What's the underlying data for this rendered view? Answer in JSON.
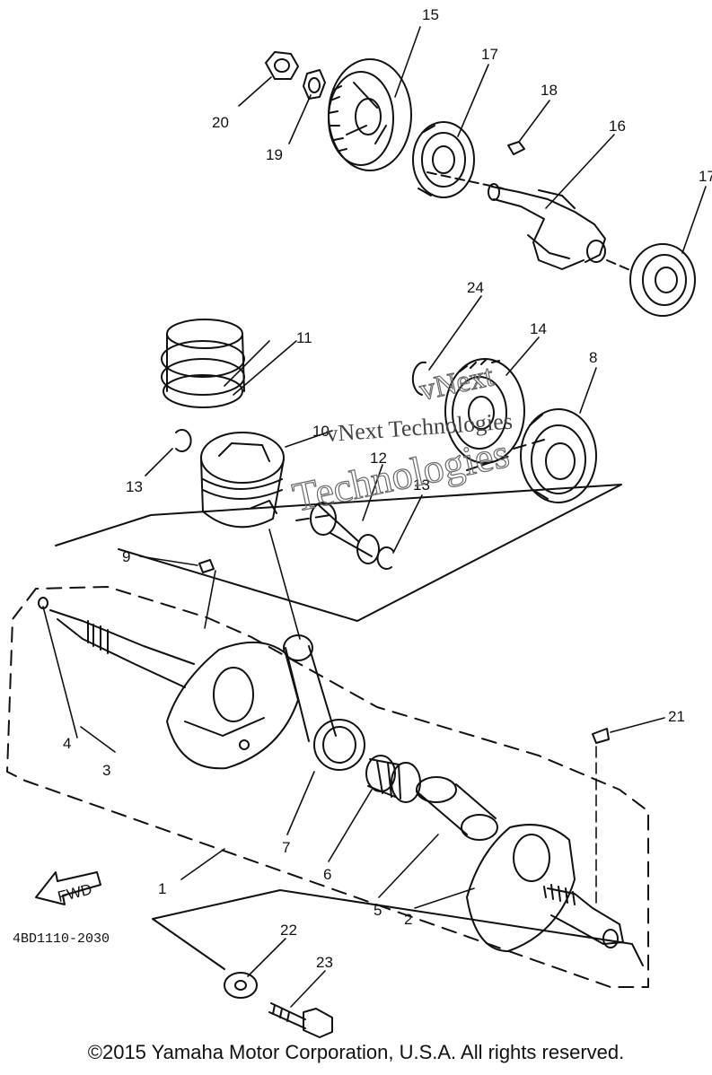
{
  "parts": {
    "p1": "1",
    "p2": "2",
    "p3": "3",
    "p4": "4",
    "p5": "5",
    "p6": "6",
    "p7": "7",
    "p8": "8",
    "p9": "9",
    "p10": "10",
    "p11": "11",
    "p12": "12",
    "p13a": "13",
    "p13b": "13",
    "p14": "14",
    "p15": "15",
    "p16": "16",
    "p17a": "17",
    "p17b": "17",
    "p18": "18",
    "p19": "19",
    "p20": "20",
    "p21": "21",
    "p22": "22",
    "p23": "23",
    "p24": "24"
  },
  "fwd_label": "FWD",
  "diagram_code": "4BD1110-2030",
  "watermark": {
    "line1": "vNext Technologies",
    "line2": "vNext",
    "line3": "Technologies"
  },
  "copyright": "©2015 Yamaha Motor Corporation, U.S.A. All rights reserved."
}
